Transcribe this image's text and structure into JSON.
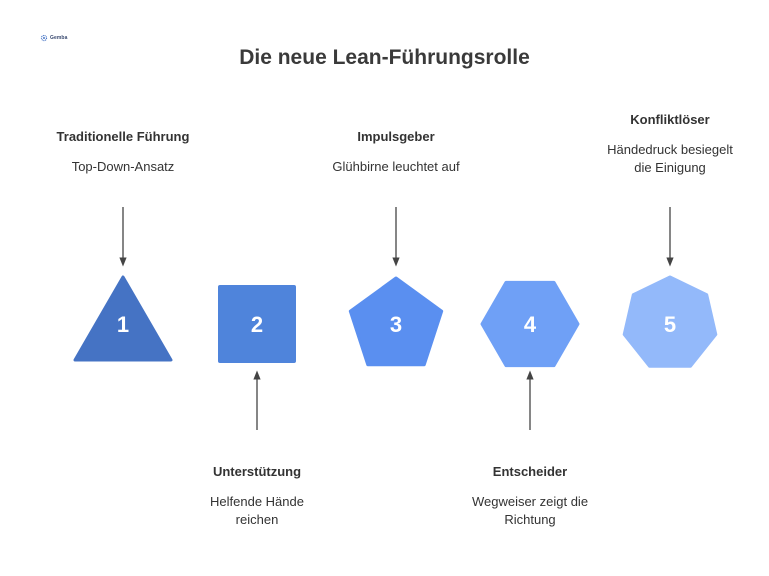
{
  "logo": {
    "text": "Gemba",
    "icon": "gear-icon"
  },
  "title": "Die neue Lean-Führungsrolle",
  "steps": [
    {
      "number": "1",
      "title": "Traditionelle Führung",
      "desc": "Top-Down-Ansatz",
      "shape": "triangle",
      "color": "#4573c4"
    },
    {
      "number": "2",
      "title": "Unterstützung",
      "desc": "Helfende Hände\nreichen",
      "shape": "square",
      "color": "#4f84db"
    },
    {
      "number": "3",
      "title": "Impulsgeber",
      "desc": "Glühbirne leuchtet auf",
      "shape": "pentagon",
      "color": "#5a8ff0"
    },
    {
      "number": "4",
      "title": "Entscheider",
      "desc": "Wegweiser zeigt die\nRichtung",
      "shape": "hexagon",
      "color": "#6fa0f6"
    },
    {
      "number": "5",
      "title": "Konfliktlöser",
      "desc": "Händedruck besiegelt\ndie Einigung",
      "shape": "heptagon",
      "color": "#93b9fa"
    }
  ],
  "colors": {
    "arrow": "#444444",
    "text": "#333333"
  }
}
